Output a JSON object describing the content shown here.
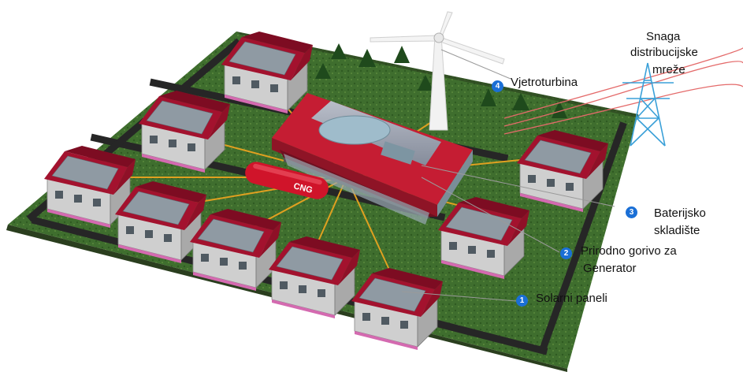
{
  "diagram": {
    "tank_text": "CNG",
    "legend": [
      {
        "number": "1",
        "text": "Solarni paneli"
      },
      {
        "number": "2",
        "text_line1": "Prirodno gorivo za",
        "text_line2": "Generator"
      },
      {
        "number": "3",
        "text_line1": "Baterijsko",
        "text_line2": "skladište"
      },
      {
        "number": "4",
        "text": "Vjetroturbina"
      }
    ],
    "grid_label": {
      "line1": "Snaga",
      "line2": "distribucijske",
      "line3": "mreže"
    }
  },
  "colors": {
    "badge": "#1a6fd6",
    "roof": "#a3122e",
    "house_wall": "#cfcfcf",
    "ground": "#3d6b2c",
    "road": "#2a2a2a",
    "cable": "#e0a020",
    "pylon": "#3aa0d8"
  },
  "icons": [
    "wind-turbine-icon",
    "power-pylon-icon",
    "cng-tank-icon",
    "house-icon",
    "control-building-icon"
  ]
}
